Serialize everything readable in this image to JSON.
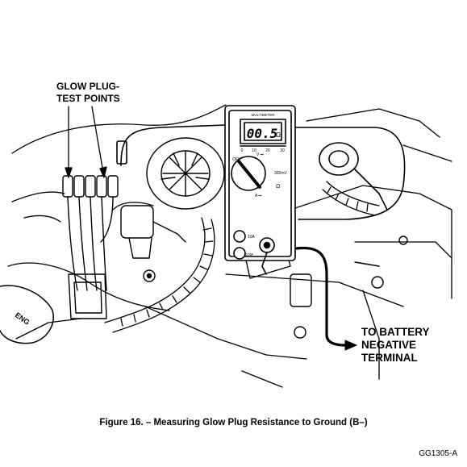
{
  "labels": {
    "glow_plug_line1": "GLOW PLUG-",
    "glow_plug_line2": "TEST POINTS",
    "battery_line1": "TO BATTERY",
    "battery_line2": "NEGATIVE",
    "battery_line3": "TERMINAL"
  },
  "multimeter": {
    "brand": "MULTIMETER",
    "reading": "00.5",
    "unit": "Ω",
    "scale_ticks": [
      "0",
      "10",
      "20",
      "30"
    ],
    "switch_labels": {
      "off": "OFF",
      "v_dc": "V ⎓",
      "mv": "300mV",
      "ohm": "Ω",
      "amp": "A ⎓",
      "ten_a": "10A",
      "com": "COM"
    }
  },
  "caption": "Figure 16. – Measuring Glow Plug Resistance to Ground (B–)",
  "figure_id": "GG1305-A"
}
